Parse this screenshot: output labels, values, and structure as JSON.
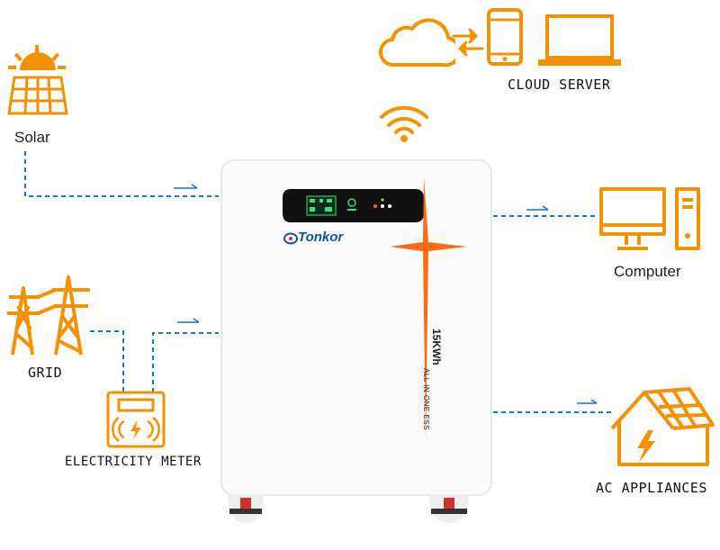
{
  "labels": {
    "solar": "Solar",
    "grid": "GRID",
    "meter": "ELECTRICITY METER",
    "cloud": "CLOUD SERVER",
    "computer": "Computer",
    "appliances": "AC APPLIANCES"
  },
  "device": {
    "brand": "Tonkor",
    "capacity": "15KWh",
    "subtitle": "ALL IN ONE ESS"
  },
  "colors": {
    "accent": "#f39200",
    "link": "#1f6fd1",
    "brand": "#1a4fa0",
    "ring": "#d0312d"
  }
}
